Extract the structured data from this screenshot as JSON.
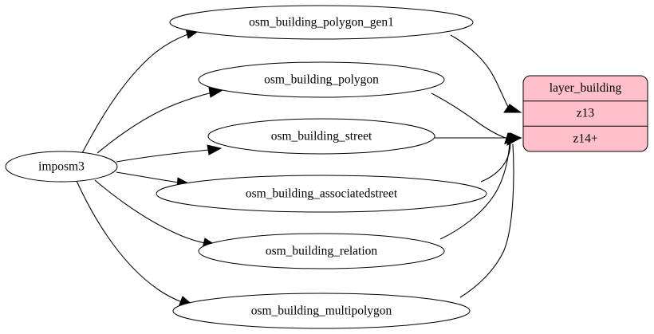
{
  "diagram": {
    "type": "directed-graph",
    "title": "",
    "background_color": "#ffffff",
    "source_node": {
      "id": "imposm3",
      "label": "imposm3",
      "shape": "ellipse",
      "fill_color": "#ffffff",
      "stroke_color": "#000000"
    },
    "table_nodes": [
      {
        "id": "osm_building_polygon_gen1",
        "label": "osm_building_polygon_gen1",
        "shape": "ellipse"
      },
      {
        "id": "osm_building_polygon",
        "label": "osm_building_polygon",
        "shape": "ellipse"
      },
      {
        "id": "osm_building_street",
        "label": "osm_building_street",
        "shape": "ellipse"
      },
      {
        "id": "osm_building_associatedstreet",
        "label": "osm_building_associatedstreet",
        "shape": "ellipse"
      },
      {
        "id": "osm_building_relation",
        "label": "osm_building_relation",
        "shape": "ellipse"
      },
      {
        "id": "osm_building_multipolygon",
        "label": "osm_building_multipolygon",
        "shape": "ellipse"
      }
    ],
    "layer_node": {
      "id": "layer_building",
      "shape": "record",
      "fill_color": "#ffc0cb",
      "stroke_color": "#000000",
      "rows": [
        {
          "id": "layer_building-title",
          "label": "layer_building"
        },
        {
          "id": "layer_building-z13",
          "label": "z13"
        },
        {
          "id": "layer_building-z14plus",
          "label": "z14+"
        }
      ]
    },
    "edges": [
      {
        "from": "imposm3",
        "to": "osm_building_polygon_gen1"
      },
      {
        "from": "imposm3",
        "to": "osm_building_polygon"
      },
      {
        "from": "imposm3",
        "to": "osm_building_street"
      },
      {
        "from": "imposm3",
        "to": "osm_building_associatedstreet"
      },
      {
        "from": "imposm3",
        "to": "osm_building_relation"
      },
      {
        "from": "imposm3",
        "to": "osm_building_multipolygon"
      },
      {
        "from": "osm_building_polygon_gen1",
        "to": "layer_building-z13"
      },
      {
        "from": "osm_building_polygon",
        "to": "layer_building-z14plus"
      },
      {
        "from": "osm_building_street",
        "to": "layer_building-z14plus"
      },
      {
        "from": "osm_building_associatedstreet",
        "to": "layer_building-z14plus"
      },
      {
        "from": "osm_building_relation",
        "to": "layer_building-z14plus"
      },
      {
        "from": "osm_building_multipolygon",
        "to": "layer_building-z14plus"
      }
    ]
  }
}
